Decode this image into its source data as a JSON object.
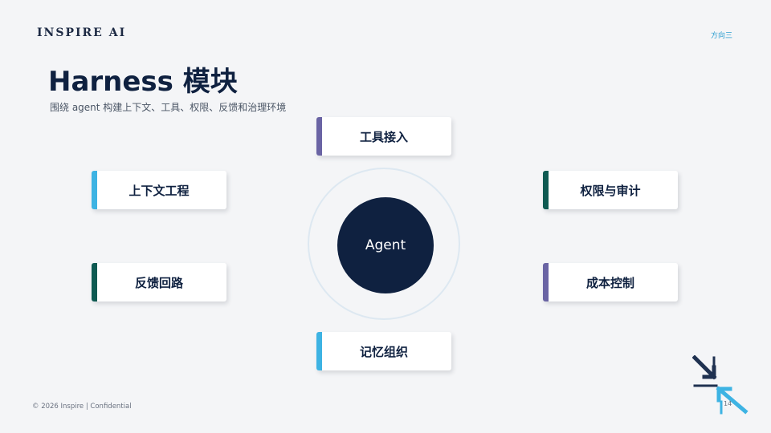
{
  "header": {
    "brand": "INSPIRE AI",
    "section_tag": "方向三"
  },
  "title": "Harness 模块",
  "subtitle": "围绕 agent 构建上下文、工具、权限、反馈和治理环境",
  "center": {
    "label": "Agent"
  },
  "modules": {
    "top": {
      "label": "工具接入",
      "accent": "#6a64a4"
    },
    "upper_left": {
      "label": "上下文工程",
      "accent": "#3db3e3"
    },
    "upper_right": {
      "label": "权限与审计",
      "accent": "#0e5a52"
    },
    "lower_left": {
      "label": "反馈回路",
      "accent": "#0e5a52"
    },
    "lower_right": {
      "label": "成本控制",
      "accent": "#6a64a4"
    },
    "bottom": {
      "label": "记忆组织",
      "accent": "#3db3e3"
    }
  },
  "footer": {
    "copyright": "© 2026  Inspire  |  Confidential",
    "page_number": "14"
  },
  "colors": {
    "navy": "#0f2140",
    "purple": "#6a64a4",
    "sky": "#3db3e3",
    "teal": "#0e5a52"
  }
}
